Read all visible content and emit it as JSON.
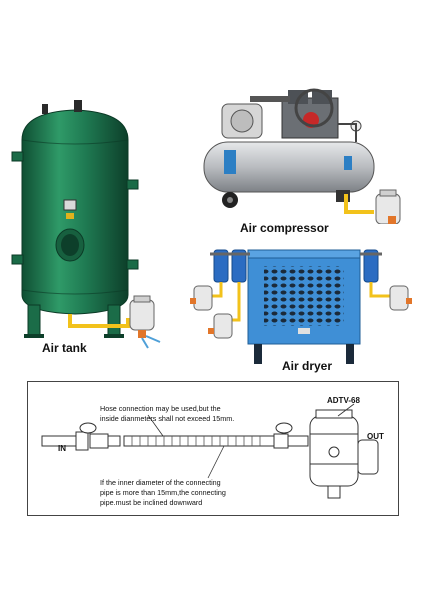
{
  "labels": {
    "air_tank": "Air tank",
    "air_compressor": "Air compressor",
    "air_dryer": "Air dryer"
  },
  "diagram": {
    "model": "ADTV-68",
    "in_label": "IN",
    "out_label": "OUT",
    "note_top_line1": "Hose connection may be used,but the",
    "note_top_line2": "inside dianmeters shall not exceed 15mm.",
    "note_bottom_line1": "If the inner diameter of the connecting",
    "note_bottom_line2": "pipe is more than 15mm,the connecting",
    "note_bottom_line3": "pipe.must be inclined downward"
  },
  "colors": {
    "tank_green": "#1f7a52",
    "compressor_silver": "#b9bcc0",
    "dryer_blue": "#3f8fd6",
    "pipe_yellow": "#f2c21b",
    "valve_orange": "#e2762a"
  }
}
